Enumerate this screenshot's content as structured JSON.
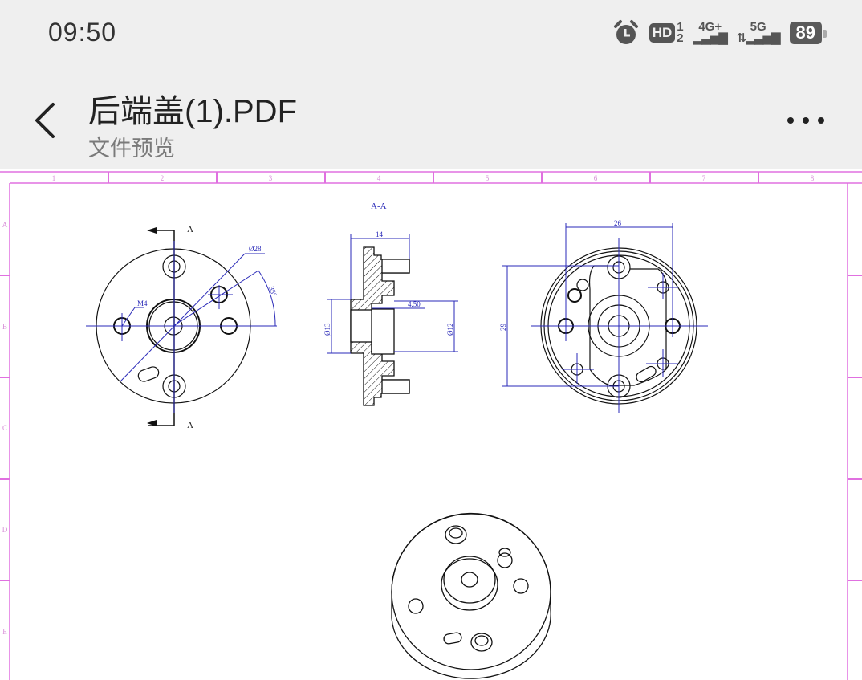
{
  "status_bar": {
    "time": "09:50",
    "icons": [
      "alarm-icon",
      "hd-voice-icon",
      "signal-4g-plus-icon",
      "signal-5g-icon"
    ],
    "hd_label": "HD",
    "sim1": "1",
    "sim2": "2",
    "net1": "4G+",
    "net2": "5G",
    "battery": "89"
  },
  "header": {
    "title": "后端盖(1).PDF",
    "subtitle": "文件预览",
    "back_icon": "chevron-left-icon",
    "more_icon": "more-horizontal-icon"
  },
  "drawing": {
    "frame_columns": [
      "1",
      "2",
      "3",
      "4",
      "5",
      "6",
      "7",
      "8"
    ],
    "frame_rows": [
      "A",
      "B",
      "C",
      "D",
      "E"
    ],
    "section_title": "A-A",
    "section_marker_top": "A",
    "section_marker_bottom": "A",
    "front_view": {
      "dia_label": "Ø28",
      "angle_label": "35°",
      "thread_label": "M4"
    },
    "section_view": {
      "width_label": "14",
      "dia_left_label": "Ø13",
      "dia_right_label": "Ø12",
      "depth_label": "4.50"
    },
    "rear_view": {
      "width_label": "26",
      "height_label": "29"
    },
    "colors": {
      "frame": "#e070e0",
      "dimension": "#2a2ab8",
      "line": "#111111"
    }
  }
}
